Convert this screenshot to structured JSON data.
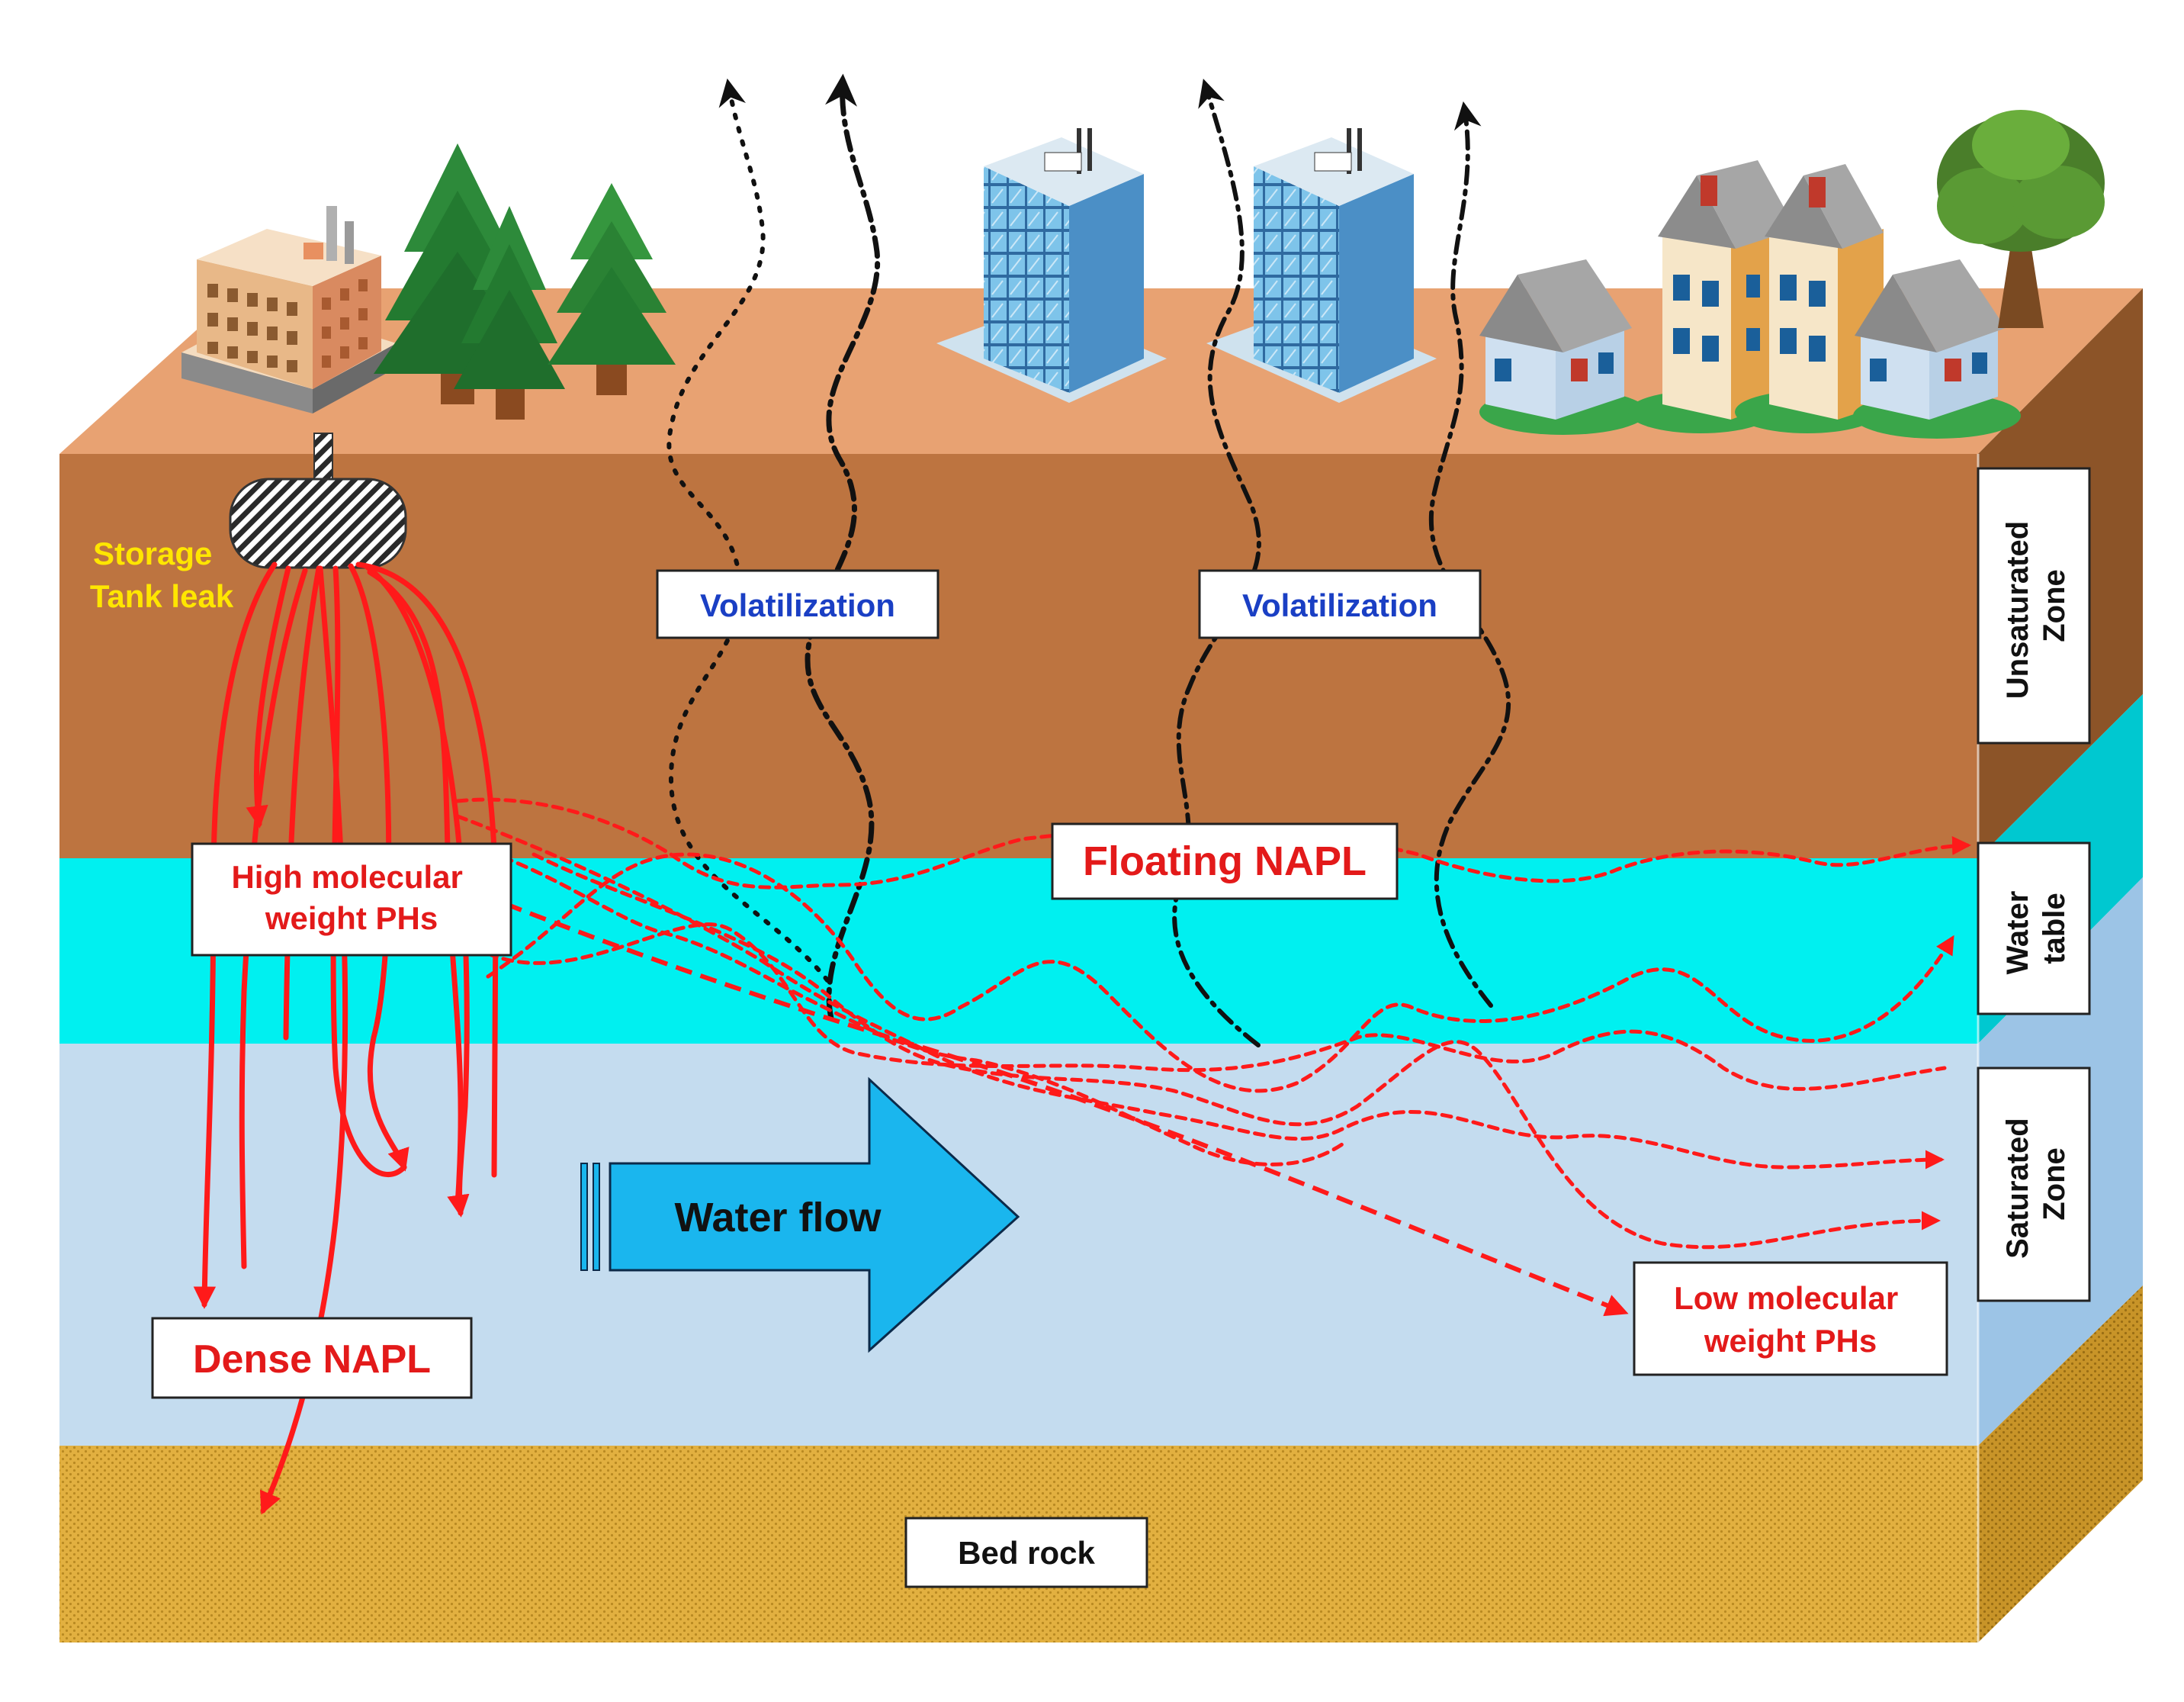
{
  "labels": {
    "storage_line1": "Storage",
    "storage_line2": "Tank leak",
    "volatilization_1": "Volatilization",
    "volatilization_2": "Volatilization",
    "floating_napl": "Floating NAPL",
    "high_mw_line1": "High molecular",
    "high_mw_line2": "weight PHs",
    "low_mw_line1": "Low molecular",
    "low_mw_line2": "weight PHs",
    "dense_napl": "Dense NAPL",
    "water_flow": "Water flow",
    "bed_rock": "Bed rock"
  },
  "zones": {
    "unsaturated_line1": "Unsaturated",
    "unsaturated_line2": "Zone",
    "water_line1": "Water",
    "water_line2": "table",
    "saturated_line1": "Saturated",
    "saturated_line2": "Zone"
  },
  "colors": {
    "surface": "#e8a272",
    "unsaturated": "#bd7440",
    "unsaturated_side": "#8c5428",
    "water_table": "#00f0f0",
    "water_table_side": "#00c8d0",
    "saturated": "#c4dcef",
    "saturated_side": "#9cc4e6",
    "bedrock": "#e2b040",
    "bedrock_side": "#c89428",
    "contaminant": "#ff1a1a",
    "volatilization_text": "#1a3fc4",
    "napl_text": "#e31a1a",
    "storage_text": "#ffe600",
    "water_flow_arrow": "#1ab6ee"
  },
  "icons": [
    "factory-icon",
    "pine-tree-icon",
    "office-building-icon",
    "house-icon",
    "deciduous-tree-icon",
    "storage-tank-icon"
  ]
}
